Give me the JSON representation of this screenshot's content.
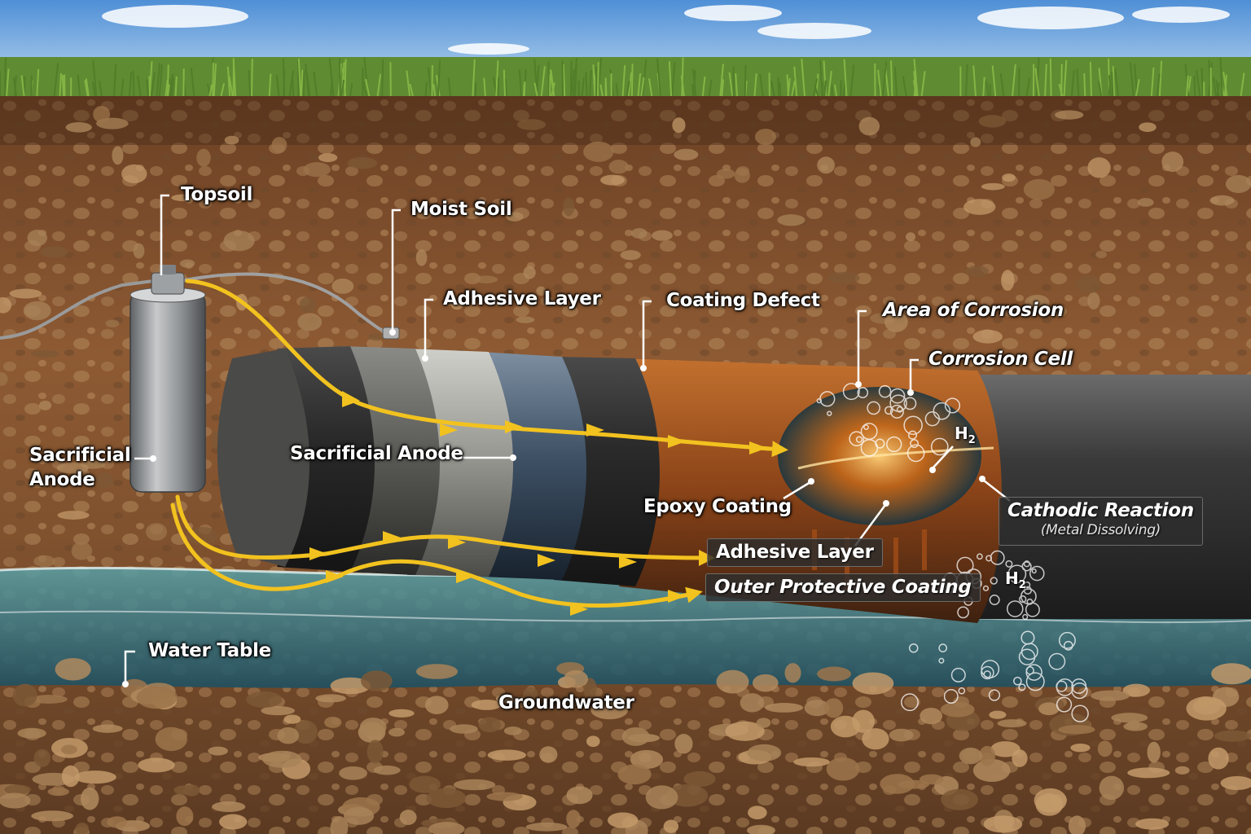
{
  "labels": {
    "topsoil": "Topsoil",
    "moist_soil": "Moist Soil",
    "adhesive_layer_top": "Adhesive Layer",
    "coating_defect": "Coating Defect",
    "area_of_corrosion": "Area of Corrosion",
    "corrosion_cell": "Corrosion Cell",
    "sacrificial_anode_left": "Sacrificial Anode",
    "sacrificial_anode_pipe": "Sacrificial Anode",
    "epoxy_coating": "Epoxy Coating",
    "adhesive_layer_bottom": "Adhesive Layer",
    "outer_protective_coating": "Outer Protective Coating",
    "cathodic_reaction": "Cathodic Reaction",
    "cathodic_reaction_sub": "(Metal Dissolving)",
    "water_table": "Water Table",
    "groundwater": "Groundwater",
    "h2_upper": "H",
    "h2_lower": "H",
    "h2_subscript": "2"
  },
  "colors": {
    "sky": "#7fb0e0",
    "grass": "#6f9a3a",
    "soil": "#8a5a34",
    "water": "#3f7f88",
    "rust": "#b5561c",
    "current_arrow": "#f2c21f",
    "anode": "#9a9da0"
  }
}
